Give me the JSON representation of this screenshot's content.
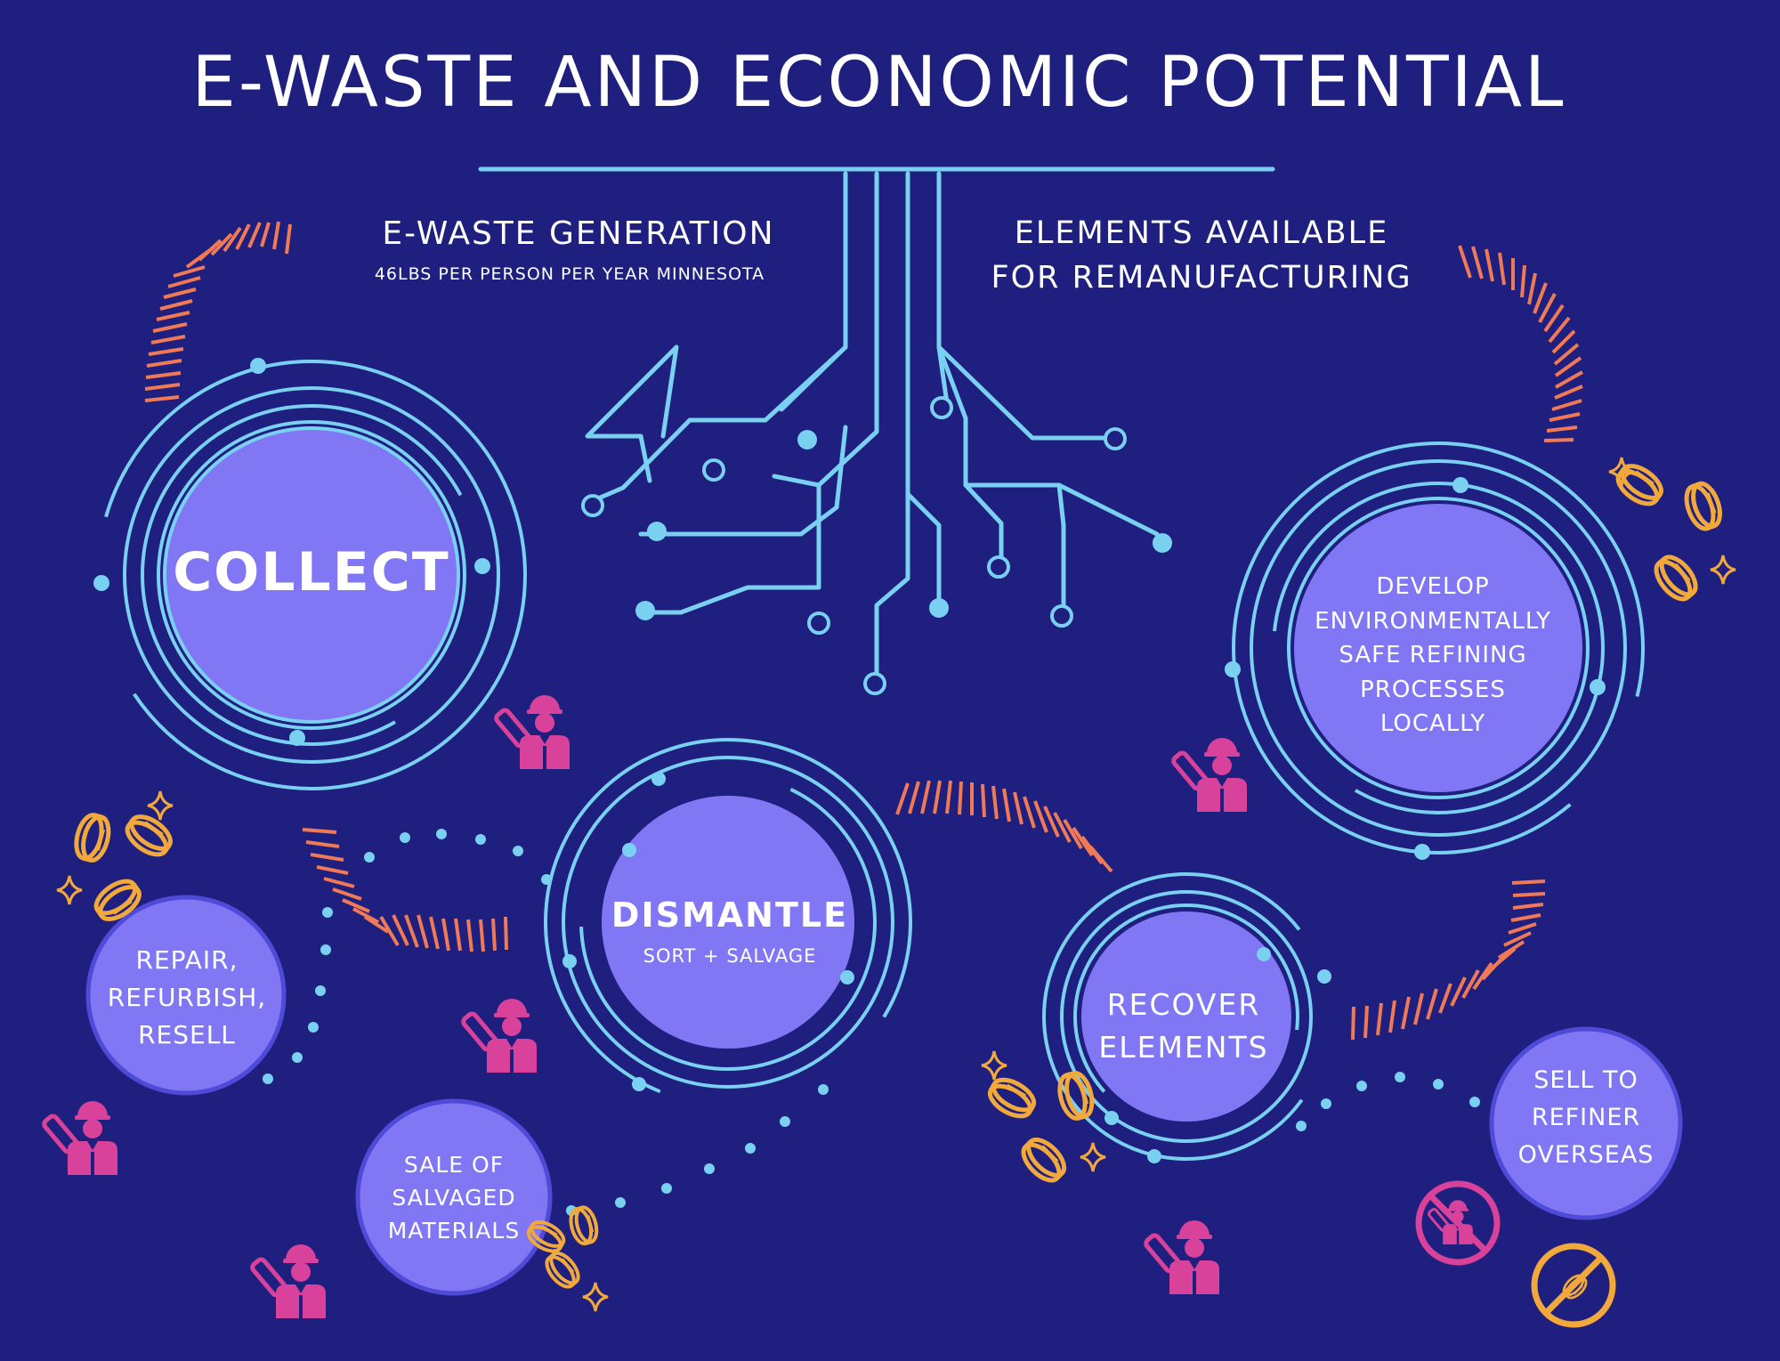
{
  "title": "E-WASTE AND ECONOMIC POTENTIAL",
  "header_left": {
    "title": "E-WASTE GENERATION",
    "subtitle": "46LBS PER PERSON PER YEAR MINNESOTA"
  },
  "header_right": {
    "line1": "ELEMENTS AVAILABLE",
    "line2": "FOR REMANUFACTURING"
  },
  "nodes": {
    "collect": "COLLECT",
    "dismantle": {
      "label": "DISMANTLE",
      "sub": "SORT + SALVAGE"
    },
    "develop": [
      "DEVELOP",
      "ENVIRONMENTALLY",
      "SAFE REFINING",
      "PROCESSES",
      "LOCALLY"
    ],
    "recover": [
      "RECOVER",
      "ELEMENTS"
    ],
    "repair": [
      "REPAIR,",
      "REFURBISH,",
      "RESELL"
    ],
    "sale": [
      "SALE OF",
      "SALVAGED",
      "MATERIALS"
    ],
    "sell": [
      "SELL TO",
      "REFINER",
      "OVERSEAS"
    ]
  },
  "icons": [
    "worker-icon",
    "coins-icon",
    "sparkle-icon",
    "no-worker-icon",
    "no-coins-icon",
    "circuit-tree-icon"
  ],
  "colors": {
    "background": "#1f1f80",
    "circle_fill": "#8177f4",
    "ring": "#7ad0f0",
    "tick_orange": "#f07a55",
    "worker_pink": "#d9429a",
    "coin_orange": "#f2a93b"
  }
}
